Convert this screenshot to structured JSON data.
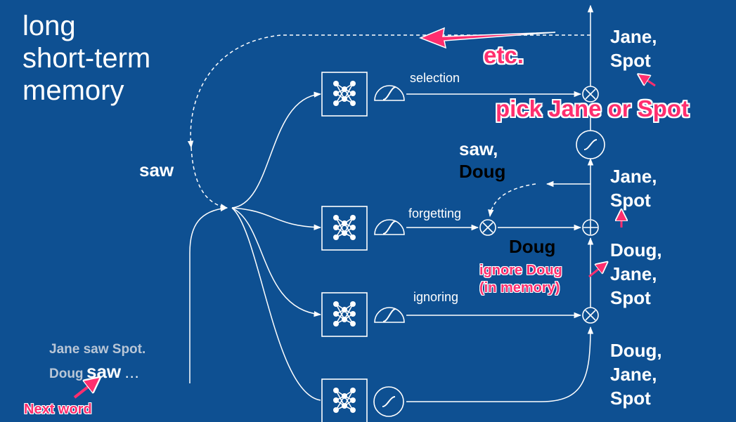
{
  "title": [
    "long",
    "short-term",
    "memory"
  ],
  "input_word": "saw",
  "sentence": {
    "line1": "Jane saw Spot.",
    "line2_prefix": "Doug",
    "line2_word": "saw",
    "line2_suffix": " …"
  },
  "gate_labels": {
    "selection": "selection",
    "forgetting": "forgetting",
    "ignoring": "ignoring"
  },
  "outputs": {
    "top": [
      "Jane,",
      "Spot"
    ],
    "middle": [
      "Jane,",
      "Spot"
    ],
    "memory_in": [
      "Doug,",
      "Jane,",
      "Spot"
    ],
    "bottom": [
      "Doug,",
      "Jane,",
      "Spot"
    ]
  },
  "predictions": {
    "saw_doug": [
      "saw,",
      "Doug"
    ],
    "doug": "Doug"
  },
  "annotations": {
    "etc": "etc.",
    "pick": "pick Jane or Spot",
    "ignore": [
      "ignore Doug",
      "(in memory)"
    ],
    "next_word": "Next word"
  },
  "colors": {
    "background": "#0e5092",
    "line": "#ffffff",
    "accent": "#ff2e6e"
  },
  "icons": [
    "neural-net-icon",
    "squash-icon",
    "multiply-icon",
    "add-icon",
    "arrow-icon"
  ]
}
